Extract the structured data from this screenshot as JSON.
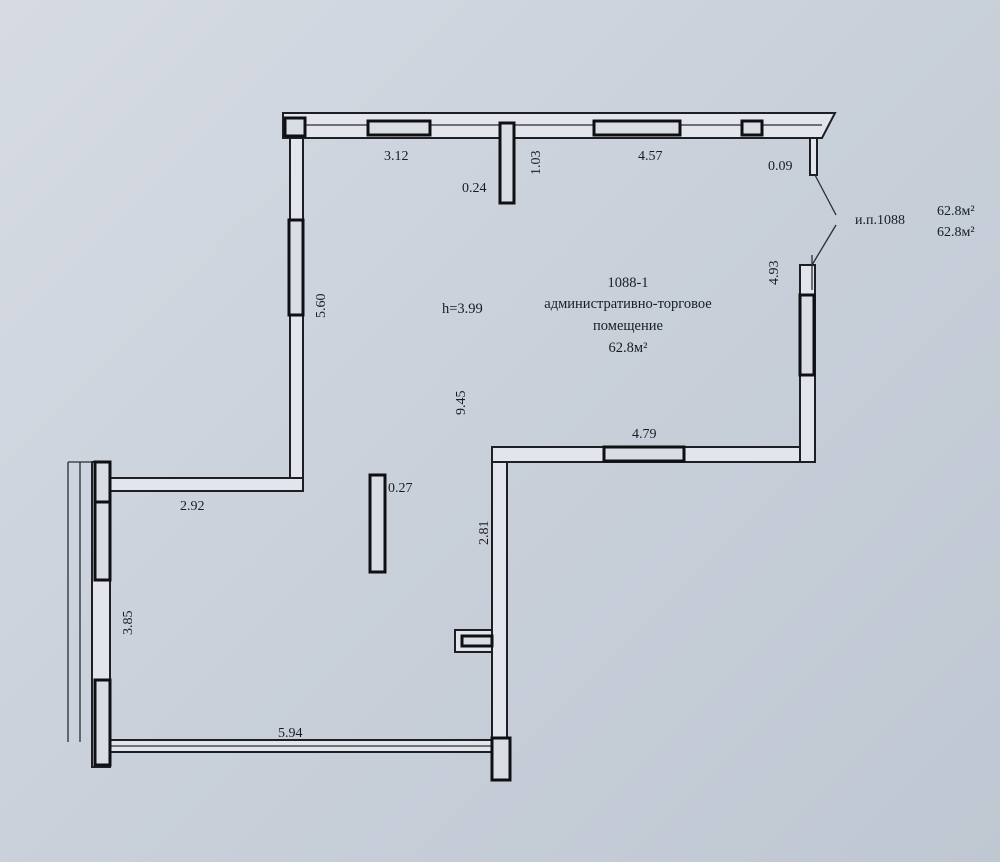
{
  "plan": {
    "room_number": "1088-1",
    "room_type": "административно-торговое",
    "room_type_2": "помещение",
    "room_area": "62.8м²",
    "ceiling_height": "h=3.99",
    "unit_label": "и.п.1088",
    "unit_area_1": "62.8м²",
    "unit_area_2": "62.8м²"
  },
  "dimensions": {
    "top_left": "3.12",
    "column_width": "0.24",
    "column_depth": "1.03",
    "top_right": "4.57",
    "door_gap": "0.09",
    "right_wall": "4.93",
    "left_upper": "5.60",
    "room_length": "9.45",
    "mid_horizontal": "4.79",
    "left_step": "2.92",
    "inner_column": "0.27",
    "mid_vertical": "2.81",
    "left_outer": "3.85",
    "bottom": "5.94"
  }
}
